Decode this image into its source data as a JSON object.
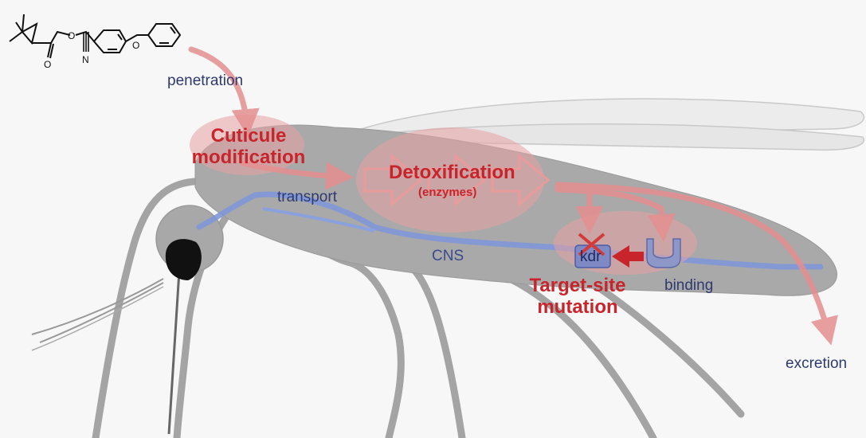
{
  "molecule": {
    "atoms": [
      "O",
      "O",
      "O",
      "N"
    ]
  },
  "labels": {
    "penetration": "penetration",
    "cuticle": "Cuticule modification",
    "transport": "transport",
    "detox": "Detoxification",
    "enzymes": "(enzymes)",
    "cns": "CNS",
    "kdr": "kdr",
    "binding": "binding",
    "target_site": "Target-site mutation",
    "excretion": "excretion"
  },
  "colors": {
    "background": "#f7f7f7",
    "body": "#a9a9a9",
    "wing": "#e9e9e9",
    "nerve": "#7f97d8",
    "arrow": "#e08a8a",
    "highlight": "#e7a3a3",
    "label_red": "#c8242b",
    "label_navy": "#2e3a6e",
    "receptor": "#8d97c8"
  }
}
